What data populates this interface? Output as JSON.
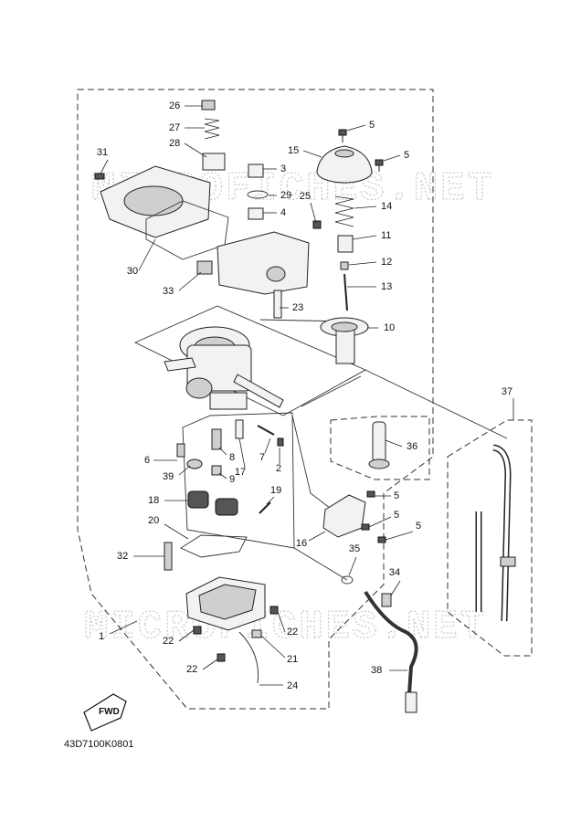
{
  "watermark": "MICROFICHES.NET",
  "fwd_label": "FWD",
  "diagram_code": "43D7100K0801",
  "callouts": [
    {
      "id": "c26",
      "label": "26"
    },
    {
      "id": "c27",
      "label": "27"
    },
    {
      "id": "c28",
      "label": "28"
    },
    {
      "id": "c31",
      "label": "31"
    },
    {
      "id": "c3",
      "label": "3"
    },
    {
      "id": "c29",
      "label": "29"
    },
    {
      "id": "c4",
      "label": "4"
    },
    {
      "id": "c25",
      "label": "25"
    },
    {
      "id": "c30",
      "label": "30"
    },
    {
      "id": "c33",
      "label": "33"
    },
    {
      "id": "c23",
      "label": "23"
    },
    {
      "id": "c5a",
      "label": "5"
    },
    {
      "id": "c15",
      "label": "15"
    },
    {
      "id": "c5b",
      "label": "5"
    },
    {
      "id": "c14",
      "label": "14"
    },
    {
      "id": "c11",
      "label": "11"
    },
    {
      "id": "c12",
      "label": "12"
    },
    {
      "id": "c13",
      "label": "13"
    },
    {
      "id": "c10",
      "label": "10"
    },
    {
      "id": "c37",
      "label": "37"
    },
    {
      "id": "c36",
      "label": "36"
    },
    {
      "id": "c6",
      "label": "6"
    },
    {
      "id": "c8",
      "label": "8"
    },
    {
      "id": "c17",
      "label": "17"
    },
    {
      "id": "c7",
      "label": "7"
    },
    {
      "id": "c2",
      "label": "2"
    },
    {
      "id": "c39",
      "label": "39"
    },
    {
      "id": "c9",
      "label": "9"
    },
    {
      "id": "c18",
      "label": "18"
    },
    {
      "id": "c19",
      "label": "19"
    },
    {
      "id": "c5c",
      "label": "5"
    },
    {
      "id": "c5d",
      "label": "5"
    },
    {
      "id": "c5e",
      "label": "5"
    },
    {
      "id": "c20",
      "label": "20"
    },
    {
      "id": "c16",
      "label": "16"
    },
    {
      "id": "c35",
      "label": "35"
    },
    {
      "id": "c32",
      "label": "32"
    },
    {
      "id": "c34",
      "label": "34"
    },
    {
      "id": "c1",
      "label": "1"
    },
    {
      "id": "c22a",
      "label": "22"
    },
    {
      "id": "c22b",
      "label": "22"
    },
    {
      "id": "c21",
      "label": "21"
    },
    {
      "id": "c22c",
      "label": "22"
    },
    {
      "id": "c38",
      "label": "38"
    },
    {
      "id": "c24",
      "label": "24"
    }
  ]
}
